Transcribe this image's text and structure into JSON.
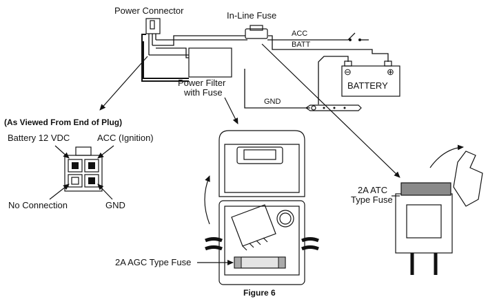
{
  "labels": {
    "power_connector": "Power Connector",
    "inline_fuse": "In-Line Fuse",
    "acc": "ACC",
    "batt": "BATT",
    "battery": "BATTERY",
    "power_filter_line1": "Power Filter",
    "power_filter_line2": "with Fuse",
    "gnd_wire": "GND",
    "viewed_from": "(As Viewed From End of Plug)",
    "battery_12vdc": "Battery 12 VDC",
    "acc_ignition": "ACC (Ignition)",
    "no_connection": "No Connection",
    "gnd_pin": "GND",
    "atc_line1": "2A ATC",
    "atc_line2": "Type Fuse",
    "agc_fuse": "2A AGC Type Fuse",
    "figure": "Figure 6"
  },
  "battery_terminals": {
    "negative": "⊖",
    "positive": "⊕"
  }
}
